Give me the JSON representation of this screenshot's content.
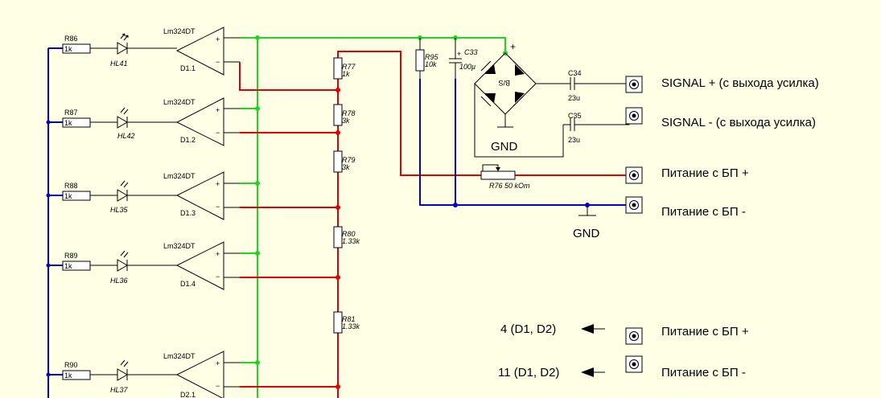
{
  "colors": {
    "background": "#ffffe6",
    "wire_green": "#22d322",
    "wire_red": "#e00000",
    "wire_blue": "#0000c8"
  },
  "opamps": [
    {
      "part": "Lm324DT",
      "ref": "D1.1",
      "resistor": "R86",
      "resistor_value": "1k",
      "led": "HL41"
    },
    {
      "part": "Lm324DT",
      "ref": "D1.2",
      "resistor": "R87",
      "resistor_value": "1k",
      "led": "HL42"
    },
    {
      "part": "Lm324DT",
      "ref": "D1.3",
      "resistor": "R88",
      "resistor_value": "1k",
      "led": "HL35"
    },
    {
      "part": "Lm324DT",
      "ref": "D1.4",
      "resistor": "R89",
      "resistor_value": "1k",
      "led": "HL36"
    },
    {
      "part": "Lm324DT",
      "ref": "D2.1",
      "resistor": "R90",
      "resistor_value": "1k",
      "led": "HL37"
    }
  ],
  "op_pin_plus": "+",
  "op_pin_minus": "−",
  "divider": [
    {
      "ref": "R77",
      "value": "1k"
    },
    {
      "ref": "R78",
      "value": "3k"
    },
    {
      "ref": "R79",
      "value": "3k"
    },
    {
      "ref": "R80",
      "value": "1.33k"
    },
    {
      "ref": "R81",
      "value": "1.33k"
    }
  ],
  "r95": {
    "ref": "R95",
    "value": "10k"
  },
  "c33": {
    "ref": "C33",
    "value": "100µ",
    "polarity": "+"
  },
  "bridge": {
    "label": "B/S",
    "plus": "+",
    "gnd": "GND"
  },
  "c34": {
    "ref": "C34",
    "value": "23u"
  },
  "c35": {
    "ref": "C35",
    "value": "23u"
  },
  "r76": {
    "label": "R76 50 kOm"
  },
  "gnd_bottom": "GND",
  "connectors": {
    "signal_plus": "SIGNAL + (с выхода усилка)",
    "signal_minus": "SIGNAL - (с выхода усилка)",
    "power_plus": "Питание с БП +",
    "power_minus": "Питание с БП -"
  },
  "pinout": [
    {
      "pin": "4 (D1, D2)",
      "label": "Питание с БП +"
    },
    {
      "pin": "11 (D1, D2)",
      "label": "Питание с БП -"
    }
  ]
}
